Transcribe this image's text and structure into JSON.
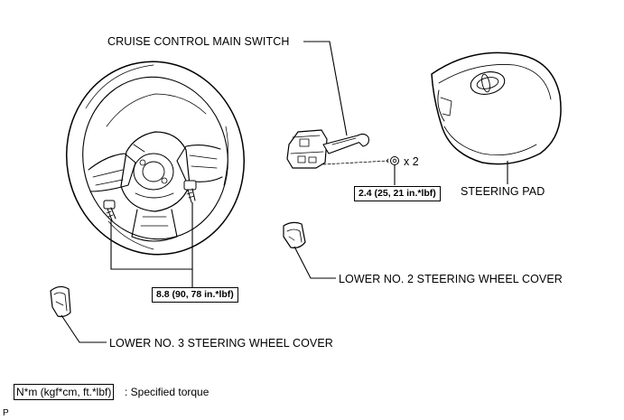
{
  "labels": {
    "cruise_switch": "CRUISE CONTROL MAIN SWITCH",
    "steering_pad": "STEERING PAD",
    "lower_no2_cover": "LOWER NO. 2 STEERING WHEEL COVER",
    "lower_no3_cover": "LOWER NO. 3 STEERING WHEEL COVER"
  },
  "torques": {
    "switch_screw": "2.4 (25, 21 in.*lbf)",
    "wheel_bolt": "8.8 (90, 78 in.*lbf)"
  },
  "quantity": "x 2",
  "legend": {
    "unit": "N*m (kgf*cm, ft.*lbf)",
    "meaning": ": Specified torque"
  },
  "footer_mark": "P"
}
